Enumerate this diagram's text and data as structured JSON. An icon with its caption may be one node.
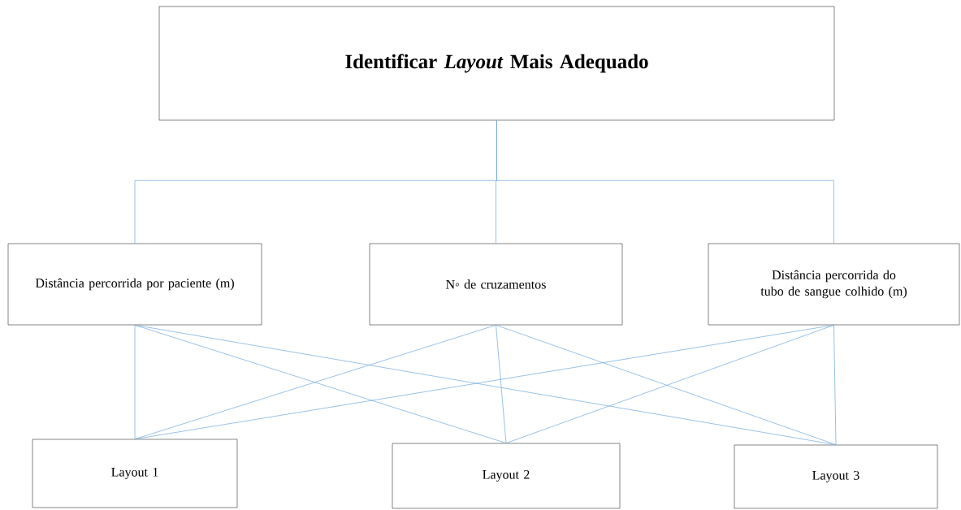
{
  "diagram": {
    "nodes": [
      {
        "text": [
          "**Identificar *Layout* Mais Adequado**"
        ]
      },
      {
        "text": [
          "Distância percorrida por paciente (m)"
        ]
      },
      {
        "text": [
          "N◦ de cruzamentos"
        ]
      },
      {
        "text": [
          "Distância percorrida do tubo de sangue colhido (m)"
        ]
      },
      {
        "text": [
          "Layout 1"
        ]
      },
      {
        "text": [
          "Layout 2"
        ]
      },
      {
        "text": [
          "Layout 3"
        ]
      }
    ],
    "edges": [
      {
        "from": 0,
        "to": 1,
        "arrow": "none"
      },
      {
        "from": 0,
        "to": 2,
        "arrow": "none"
      },
      {
        "from": 0,
        "to": 3,
        "arrow": "none"
      },
      {
        "from": 1,
        "to": 4,
        "arrow": "none"
      },
      {
        "from": 1,
        "to": 5,
        "arrow": "none"
      },
      {
        "from": 1,
        "to": 6,
        "arrow": "none"
      },
      {
        "from": 2,
        "to": 4,
        "arrow": "none"
      },
      {
        "from": 2,
        "to": 5,
        "arrow": "none"
      },
      {
        "from": 2,
        "to": 6,
        "arrow": "none"
      },
      {
        "from": 3,
        "to": 4,
        "arrow": "none"
      },
      {
        "from": 3,
        "to": 5,
        "arrow": "none"
      },
      {
        "from": 3,
        "to": 6,
        "arrow": "none"
      }
    ]
  }
}
